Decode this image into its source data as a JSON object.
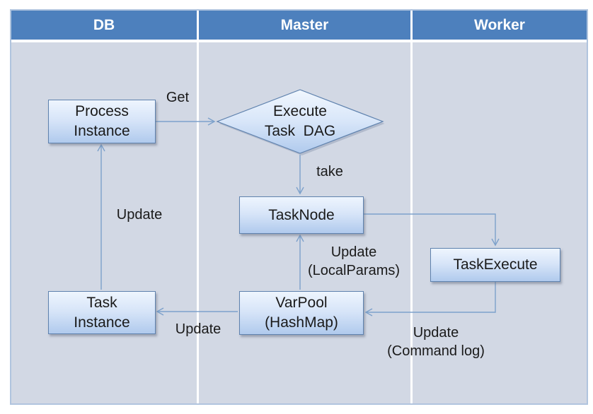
{
  "lanes": [
    {
      "label": "DB"
    },
    {
      "label": "Master"
    },
    {
      "label": "Worker"
    }
  ],
  "nodes": {
    "process_instance": {
      "line1": "Process",
      "line2": "Instance",
      "shape": "rect",
      "lane": "DB"
    },
    "execute_task_dag": {
      "line1": "Execute",
      "line2": "Task  DAG",
      "shape": "diamond",
      "lane": "Master"
    },
    "task_node": {
      "line1": "TaskNode",
      "shape": "rect",
      "lane": "Master"
    },
    "task_execute": {
      "line1": "TaskExecute",
      "shape": "rect",
      "lane": "Worker"
    },
    "var_pool": {
      "line1": "VarPool",
      "line2": "(HashMap)",
      "shape": "rect",
      "lane": "Master"
    },
    "task_instance": {
      "line1": "Task",
      "line2": "Instance",
      "shape": "rect",
      "lane": "DB"
    }
  },
  "edges": {
    "get": {
      "from": "process_instance",
      "to": "execute_task_dag",
      "label": "Get"
    },
    "take": {
      "from": "execute_task_dag",
      "to": "task_node",
      "label": "take"
    },
    "dispatch": {
      "from": "task_node",
      "to": "task_execute",
      "label": ""
    },
    "update_command_log": {
      "from": "task_execute",
      "to": "var_pool",
      "label_line1": "Update",
      "label_line2": "(Command log)"
    },
    "update_local_params": {
      "from": "var_pool",
      "to": "task_node",
      "label_line1": "Update",
      "label_line2": "(LocalParams)"
    },
    "update_task_instance": {
      "from": "var_pool",
      "to": "task_instance",
      "label": "Update"
    },
    "update_process_instance": {
      "from": "task_instance",
      "to": "process_instance",
      "label": "Update"
    }
  },
  "colors": {
    "header_bg": "#4d80bd",
    "header_text": "#ffffff",
    "lane_bg": "#d2d8e4",
    "table_border": "#b0c4de",
    "node_border": "#5f82ae",
    "node_gradient_top": "#eef5fe",
    "node_gradient_bottom": "#b0caed",
    "connector": "#7da1cb",
    "label_text": "#1a1a1a"
  }
}
